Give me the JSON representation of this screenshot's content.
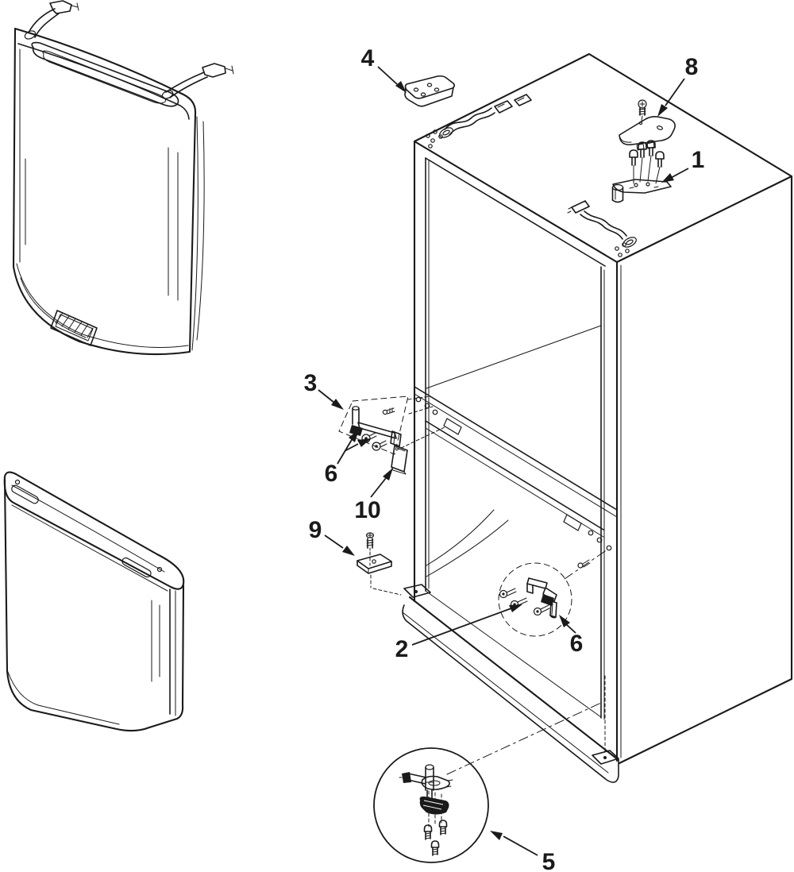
{
  "figure": {
    "background": "#ffffff",
    "line_color": "#1a1a1a",
    "type": "refrigerator-door-hinge-exploded-parts-diagram"
  },
  "callouts": [
    {
      "part": "top-hinge-assembly",
      "label": "1"
    },
    {
      "part": "center-hinge-assembly-right",
      "label": "2"
    },
    {
      "part": "center-hinge-assembly-left",
      "label": "3"
    },
    {
      "part": "top-hinge-cover-plate",
      "label": "4"
    },
    {
      "part": "leveling-leg-assembly",
      "label": "5"
    },
    {
      "part": "hinge-screws-left",
      "label": "6"
    },
    {
      "part": "hinge-pin-right",
      "label": "6"
    },
    {
      "part": "top-hinge-cover",
      "label": "8"
    },
    {
      "part": "bottom-hinge-plate",
      "label": "9"
    },
    {
      "part": "hinge-shim",
      "label": "10"
    }
  ]
}
